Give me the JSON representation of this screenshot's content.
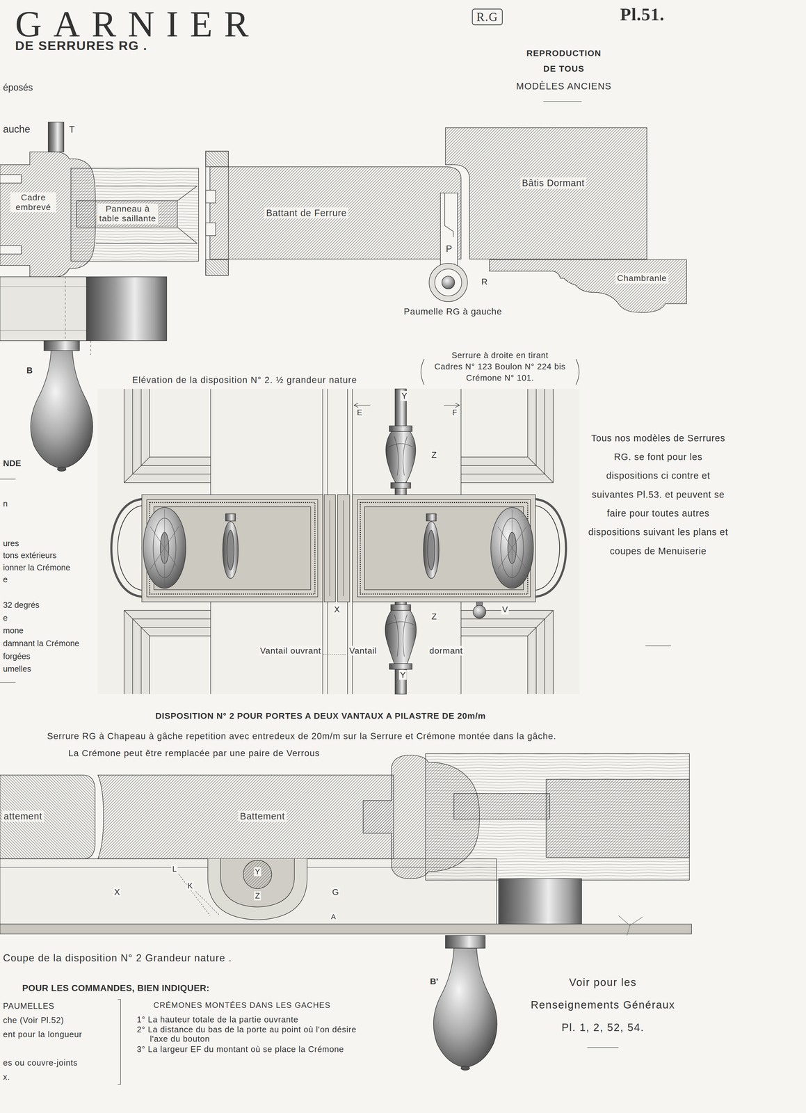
{
  "diagram": {
    "title": "GARNIER",
    "nodes": [
      {
        "text": [
          "R.G"
        ]
      },
      {
        "text": [
          "Cadre embrevé"
        ]
      },
      {
        "text": [
          "Panneau à table saillante"
        ]
      },
      {
        "text": [
          "Battant de Ferrure"
        ]
      },
      {
        "text": [
          "Bâtis Dormant"
        ]
      },
      {
        "text": [
          "Chambranle"
        ]
      },
      {
        "text": [
          "attement"
        ]
      },
      {
        "text": [
          "Battement"
        ]
      }
    ],
    "labels": [
      "DE SERRURES RG .",
      "éposés",
      "Pl.51.",
      "REPRODUCTION",
      "DE TOUS",
      "MODÈLES ANCIENS",
      "auche",
      "T",
      "P",
      "R",
      "Paumelle RG à gauche",
      "B",
      "NDE",
      "n",
      "ures",
      "tons extérieurs",
      "ionner la Crémone",
      "e",
      "32 degrés",
      "e",
      "mone",
      "damnant la Crémone",
      "forgées",
      "umelles",
      "Elévation de la disposition N° 2. ½ grandeur nature",
      "Serrure à droite en tirant",
      "Cadres N° 123 Boulon N° 224 bis",
      "Crémone N° 101.",
      "Y",
      "E",
      "F",
      "Z",
      "X",
      "Z",
      "V",
      "Vantail ouvrant",
      "Vantail",
      "dormant",
      "Y",
      "Tous nos modèles de Serrures RG. se font pour les dispositions ci contre et suivantes Pl.53. et peuvent se faire pour toutes autres dispositions suivant les plans et coupes de Menuiserie",
      "DISPOSITION N° 2 POUR PORTES A DEUX VANTAUX A PILASTRE DE 20m/m",
      "Serrure RG à Chapeau à gâche repetition avec entredeux de 20m/m sur la Serrure et Crémone montée dans la gâche.",
      "La Crémone peut être remplacée par une paire de Verrous",
      "L",
      "K",
      "X",
      "Y",
      "Z",
      "G",
      "A",
      "B'",
      "Coupe de la disposition N° 2 Grandeur nature .",
      "POUR LES COMMANDES, BIEN INDIQUER:",
      "PAUMELLES",
      "che (Voir Pl.52)",
      "ent pour la longueur",
      "es ou couvre-joints",
      "x.",
      "CRÉMONES MONTÉES DANS LES GACHES",
      "1° La hauteur totale de la partie ouvrante",
      "2° La distance du bas de la porte au point où l'on désire l'axe du bouton",
      "3° La largeur EF du montant où se place la Crémone",
      "Voir pour les Renseignements Généraux Pl. 1, 2, 52, 54."
    ]
  }
}
